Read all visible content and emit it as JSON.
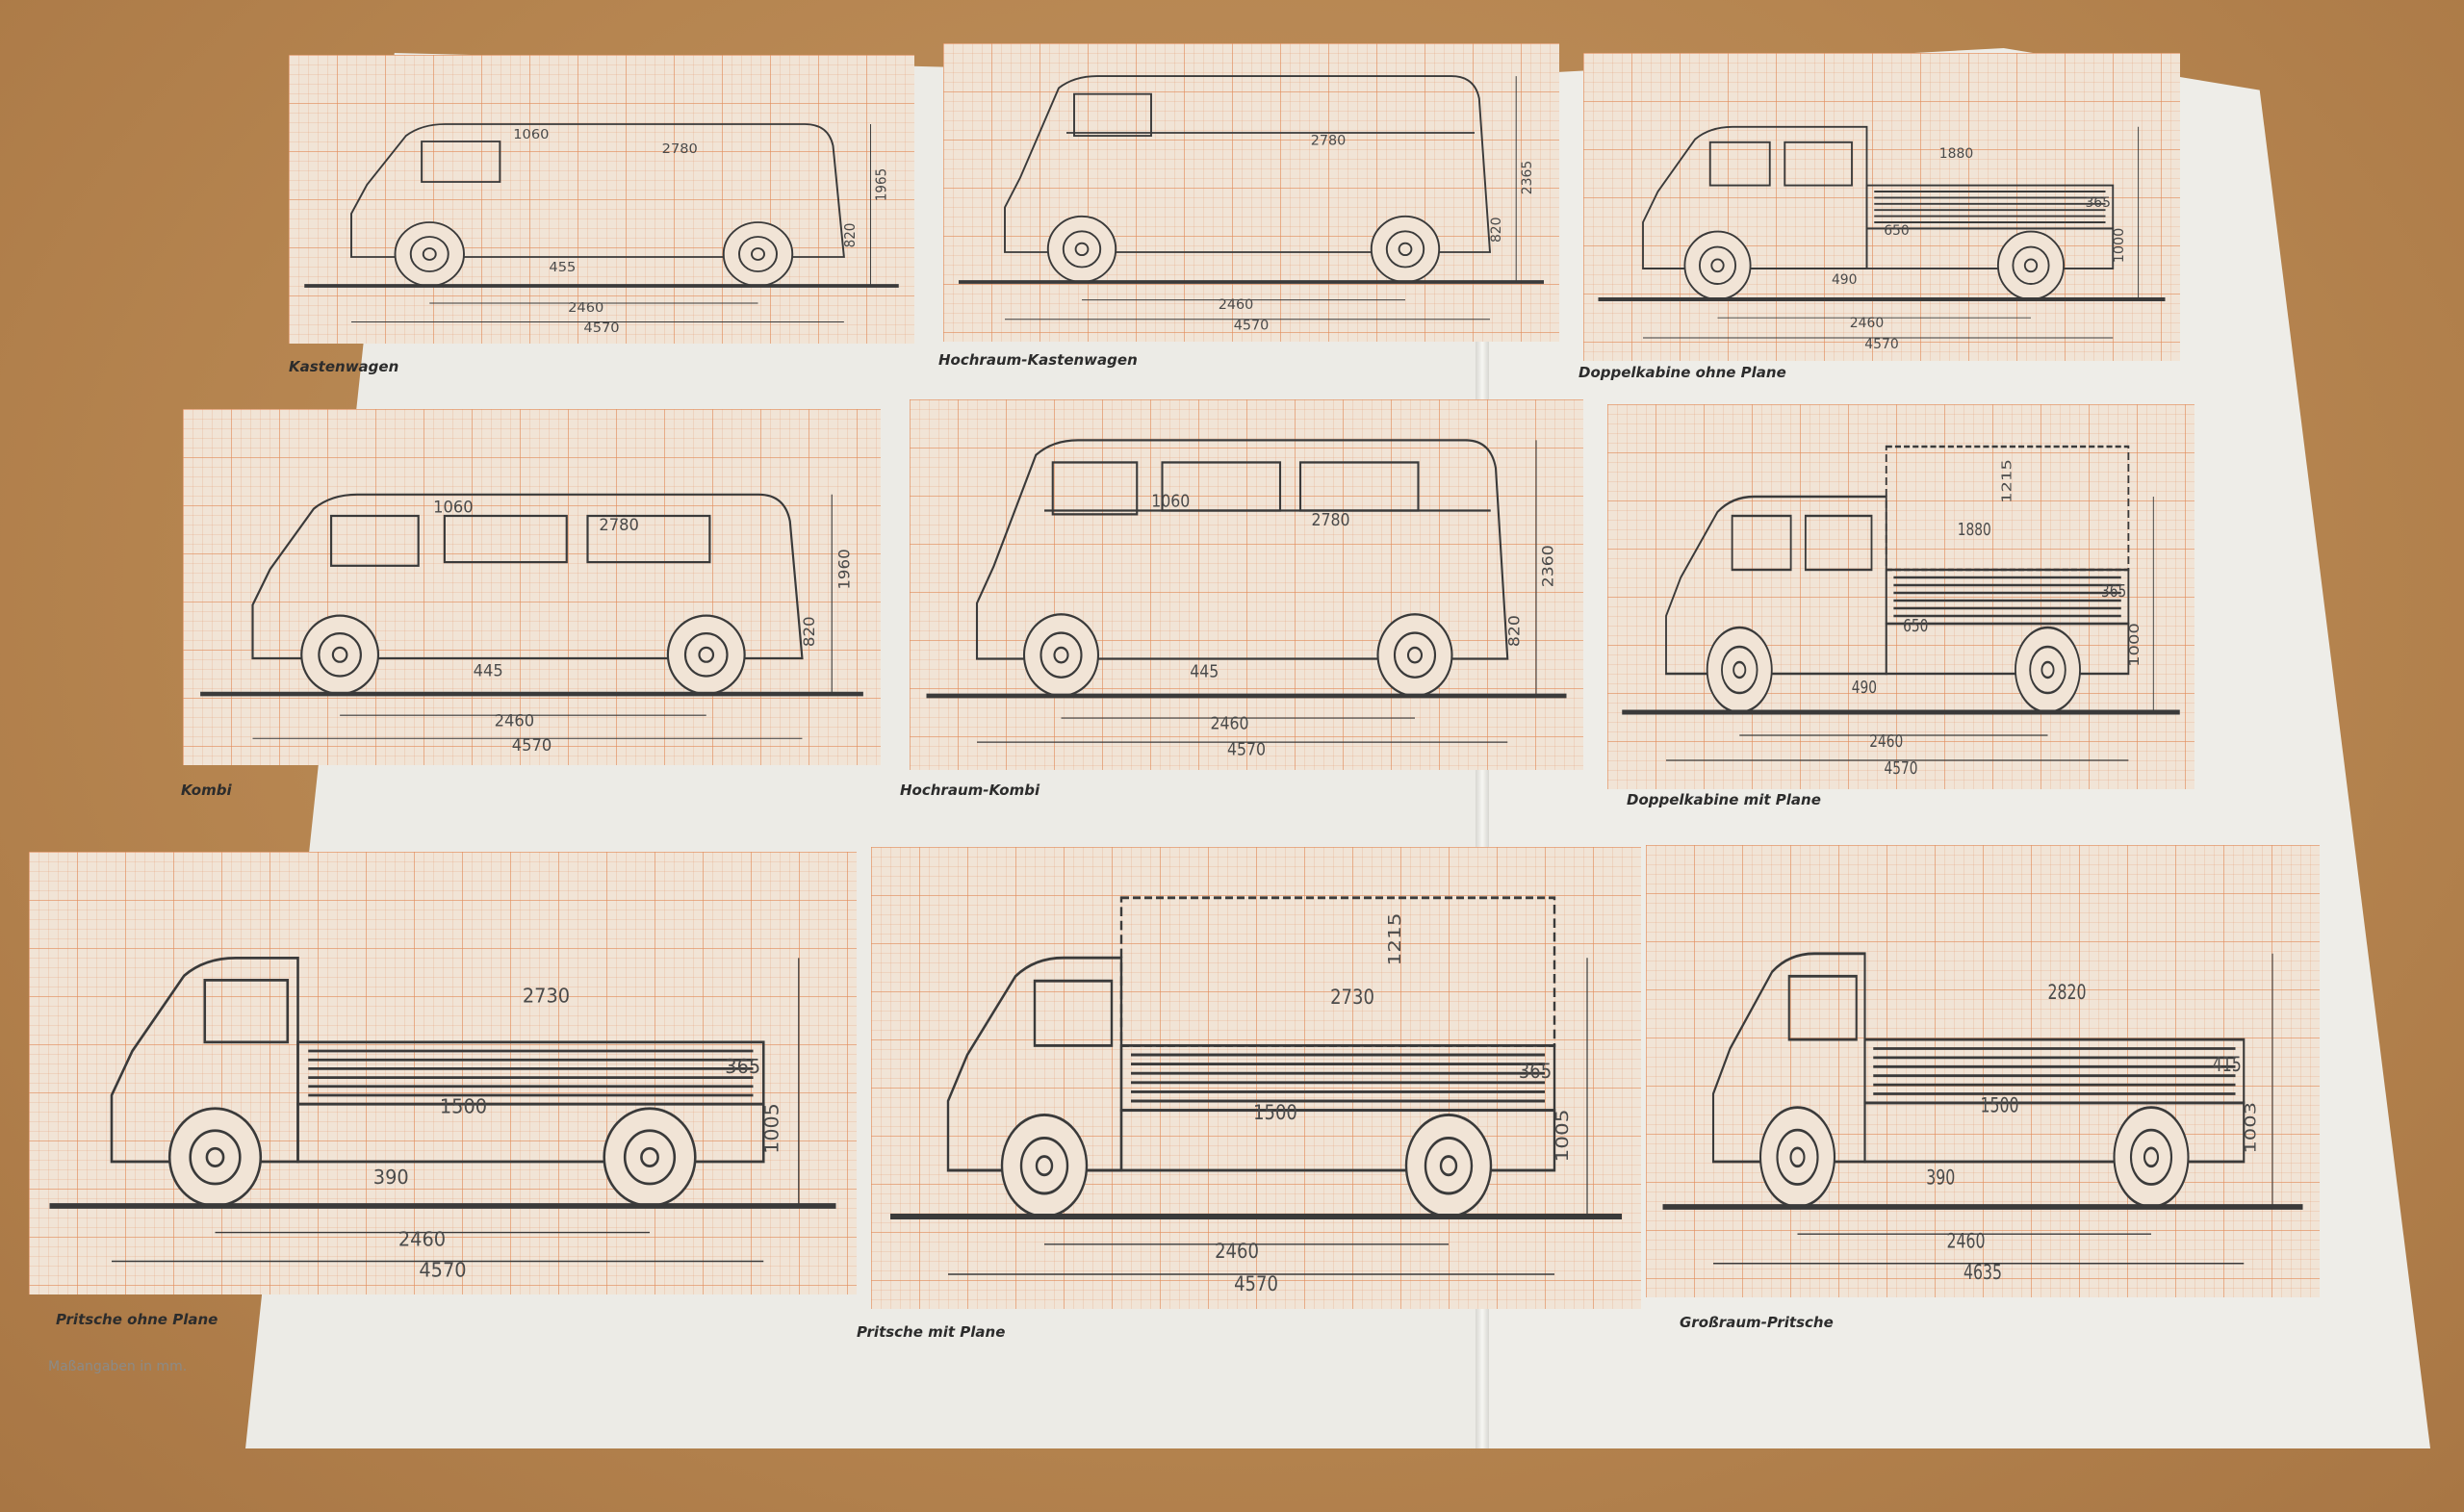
{
  "panels": [
    {
      "caption": "Kastenwagen",
      "dims": {
        "inner_width": "1060",
        "inner_length": "2780",
        "height": "1965",
        "floor": "455",
        "rear_height": "820",
        "wheelbase": "2460",
        "length": "4570"
      }
    },
    {
      "caption": "Hochraum-Kastenwagen",
      "dims": {
        "inner_length": "2780",
        "height": "2365",
        "rear_height": "820",
        "wheelbase": "2460",
        "length": "4570"
      }
    },
    {
      "caption": "Doppelkabine ohne Plane",
      "dims": {
        "inner_length": "1880",
        "side_height": "365",
        "small_width": "650",
        "floor": "490",
        "rear_height": "1000",
        "wheelbase": "2460",
        "length": "4570"
      }
    },
    {
      "caption": "Kombi",
      "dims": {
        "inner_width": "1060",
        "inner_length": "2780",
        "height": "1960",
        "rear_height": "820",
        "floor": "445",
        "wheelbase": "2460",
        "length": "4570"
      }
    },
    {
      "caption": "Hochraum-Kombi",
      "dims": {
        "inner_width": "1060",
        "inner_length": "2780",
        "height": "2360",
        "rear_height": "820",
        "floor": "445",
        "wheelbase": "2460",
        "length": "4570"
      }
    },
    {
      "caption": "Doppelkabine mit Plane",
      "dims": {
        "tarp_height": "1215",
        "inner_length": "1880",
        "side_height": "365",
        "small_width": "650",
        "floor": "490",
        "rear_height": "1000",
        "wheelbase": "2460",
        "length": "4570"
      }
    },
    {
      "caption": "Pritsche ohne Plane",
      "dims": {
        "inner_length": "2730",
        "side_height": "365",
        "small_width": "1500",
        "floor": "390",
        "rear_height": "1005",
        "wheelbase": "2460",
        "length": "4570"
      }
    },
    {
      "caption": "Pritsche mit Plane",
      "dims": {
        "tarp_height": "1215",
        "inner_length": "2730",
        "side_height": "365",
        "small_width": "1500",
        "rear_height": "1005",
        "wheelbase": "2460",
        "length": "4570"
      }
    },
    {
      "caption": "Großraum-Pritsche",
      "dims": {
        "inner_length": "2820",
        "side_height": "415",
        "floor": "390",
        "small_width": "1500",
        "rear_height": "1003",
        "wheelbase": "2460",
        "length": "4635"
      }
    }
  ],
  "footnote": "Maßangaben in mm."
}
